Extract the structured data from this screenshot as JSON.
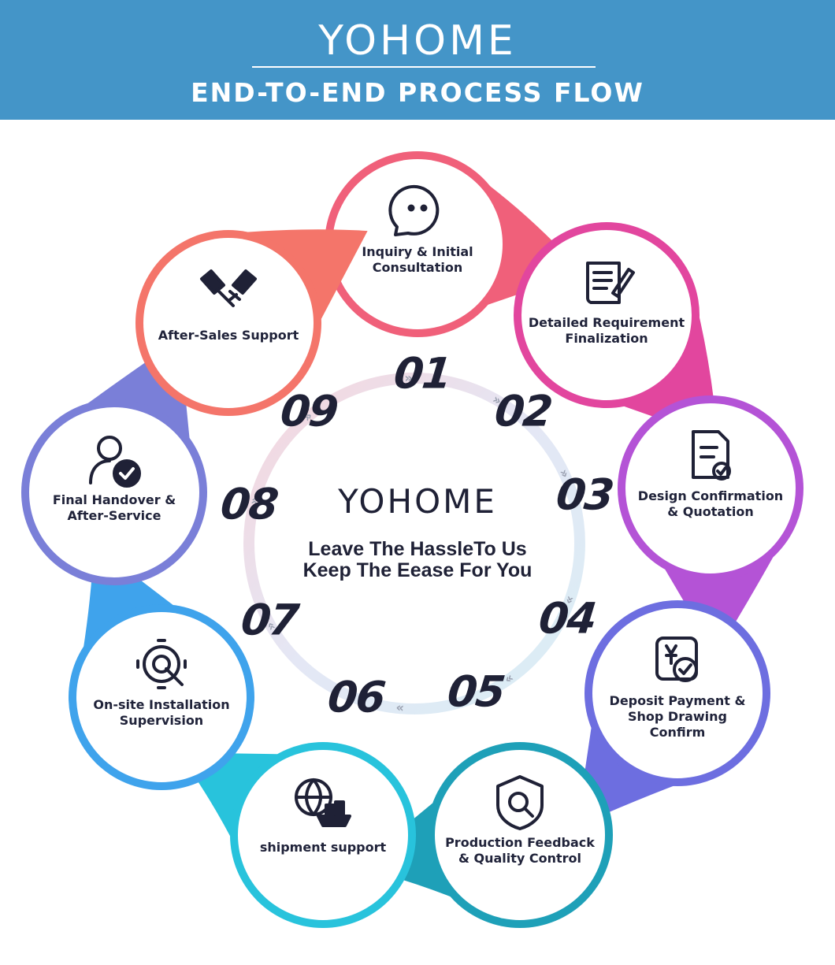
{
  "header": {
    "brand": "YOHOME",
    "title": "END-TO-END PROCESS FLOW",
    "background": "#4495c8"
  },
  "center": {
    "brand": "YOHOME",
    "slogan_line1": "Leave The HassleTo Us",
    "slogan_line2": "Keep The Eease For You"
  },
  "steps": [
    {
      "number": "01",
      "label_lines": [
        "Inquiry & Initial",
        "Consultation"
      ],
      "icon": "chat-bubble-face-icon",
      "color": "#f0607a"
    },
    {
      "number": "02",
      "label_lines": [
        "Detailed Requirement",
        "Finalization"
      ],
      "icon": "scroll-pen-icon",
      "color": "#e2469e"
    },
    {
      "number": "03",
      "label_lines": [
        "Design Confirmation",
        "& Quotation"
      ],
      "icon": "document-check-icon",
      "color": "#b453d6"
    },
    {
      "number": "04",
      "label_lines": [
        "Deposit Payment &",
        "Shop Drawing Confirm"
      ],
      "icon": "yen-payment-check-icon",
      "color": "#6d6ee0"
    },
    {
      "number": "05",
      "label_lines": [
        "Production Feedback",
        "& Quality Control"
      ],
      "icon": "shield-search-icon",
      "color": "#1ea0b8"
    },
    {
      "number": "06",
      "label_lines": [
        "shipment support"
      ],
      "icon": "globe-ship-icon",
      "color": "#28c3dc"
    },
    {
      "number": "07",
      "label_lines": [
        "On-site Installation",
        "Supervision"
      ],
      "icon": "gear-wrench-icon",
      "color": "#3fa3ec"
    },
    {
      "number": "08",
      "label_lines": [
        "Final Handover &",
        "After-Service"
      ],
      "icon": "user-check-icon",
      "color": "#7a7fd8"
    },
    {
      "number": "09",
      "label_lines": [
        "After-Sales Support"
      ],
      "icon": "handshake-icon",
      "color": "#f4756a"
    }
  ]
}
